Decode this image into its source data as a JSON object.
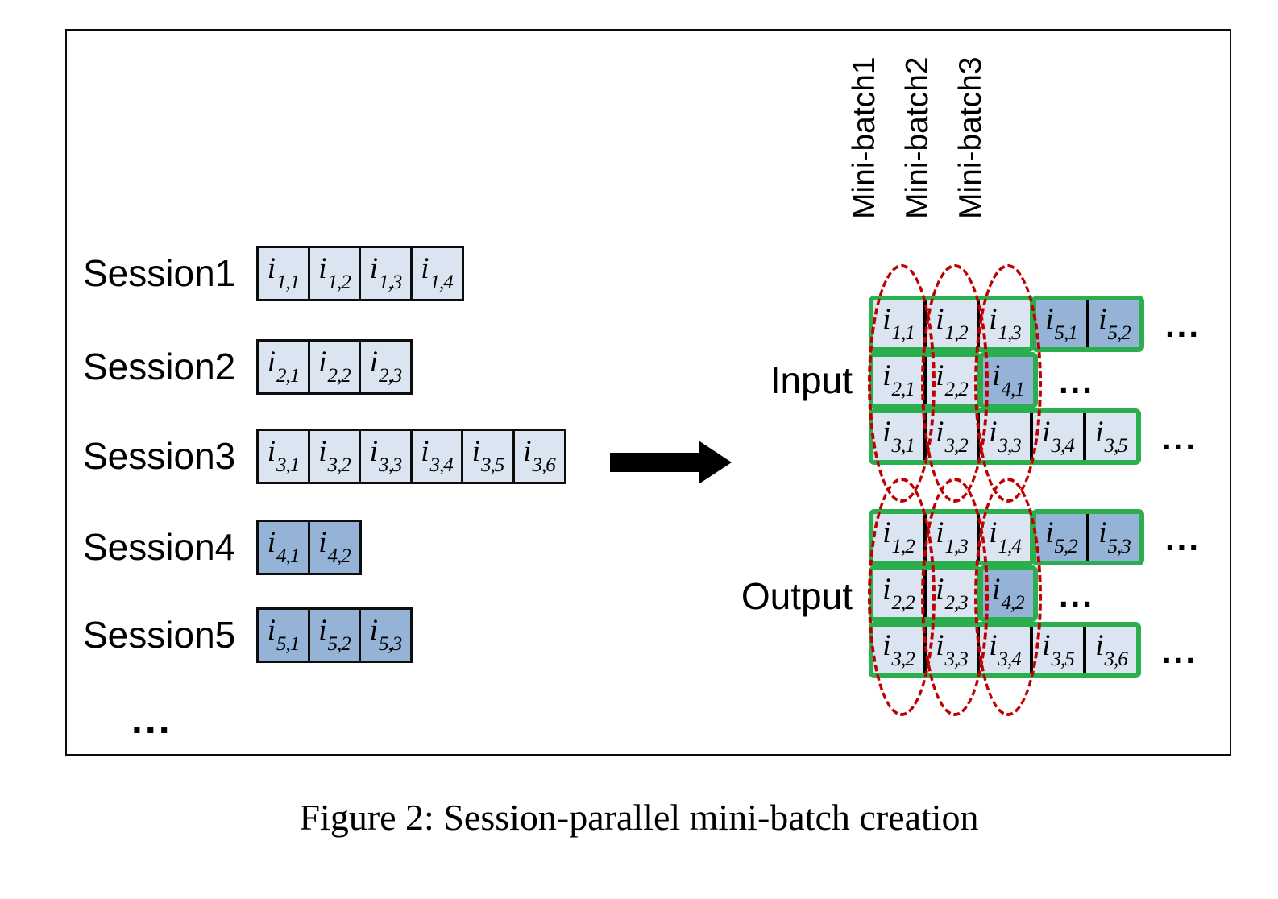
{
  "caption": "Figure 2: Session-parallel mini-batch creation",
  "item_symbol": "i",
  "sessions": {
    "more_indicator": "...",
    "list": [
      {
        "label": "Session1",
        "shade": "light",
        "subs": [
          "1,1",
          "1,2",
          "1,3",
          "1,4"
        ]
      },
      {
        "label": "Session2",
        "shade": "light",
        "subs": [
          "2,1",
          "2,2",
          "2,3"
        ]
      },
      {
        "label": "Session3",
        "shade": "light",
        "subs": [
          "3,1",
          "3,2",
          "3,3",
          "3,4",
          "3,5",
          "3,6"
        ]
      },
      {
        "label": "Session4",
        "shade": "dark",
        "subs": [
          "4,1",
          "4,2"
        ]
      },
      {
        "label": "Session5",
        "shade": "dark",
        "subs": [
          "5,1",
          "5,2",
          "5,3"
        ]
      }
    ]
  },
  "minibatch_labels": [
    "Mini-batch1",
    "Mini-batch2",
    "Mini-batch3"
  ],
  "groups": [
    {
      "label": "Input",
      "rows": [
        {
          "segments": [
            {
              "shade": "light",
              "subs": [
                "1,1",
                "1,2",
                "1,3"
              ]
            },
            {
              "shade": "dark",
              "subs": [
                "5,1",
                "5,2"
              ]
            }
          ],
          "trailing": "..."
        },
        {
          "segments": [
            {
              "shade": "light",
              "subs": [
                "2,1",
                "2,2"
              ]
            },
            {
              "shade": "dark",
              "subs": [
                "4,1"
              ]
            }
          ],
          "trailing": "..."
        },
        {
          "segments": [
            {
              "shade": "light",
              "subs": [
                "3,1",
                "3,2",
                "3,3",
                "3,4",
                "3,5"
              ]
            }
          ],
          "trailing": "..."
        }
      ]
    },
    {
      "label": "Output",
      "rows": [
        {
          "segments": [
            {
              "shade": "light",
              "subs": [
                "1,2",
                "1,3",
                "1,4"
              ]
            },
            {
              "shade": "dark",
              "subs": [
                "5,2",
                "5,3"
              ]
            }
          ],
          "trailing": "..."
        },
        {
          "segments": [
            {
              "shade": "light",
              "subs": [
                "2,2",
                "2,3"
              ]
            },
            {
              "shade": "dark",
              "subs": [
                "4,2"
              ]
            }
          ],
          "trailing": "..."
        },
        {
          "segments": [
            {
              "shade": "light",
              "subs": [
                "3,2",
                "3,3",
                "3,4",
                "3,5",
                "3,6"
              ]
            }
          ],
          "trailing": "..."
        }
      ]
    }
  ],
  "colors": {
    "light_cell": "#dbe5f1",
    "dark_cell": "#95b3d7",
    "segment_border": "#2bae4e",
    "ring_red": "#c00000",
    "cell_divider": "#000000",
    "text": "#000000"
  }
}
